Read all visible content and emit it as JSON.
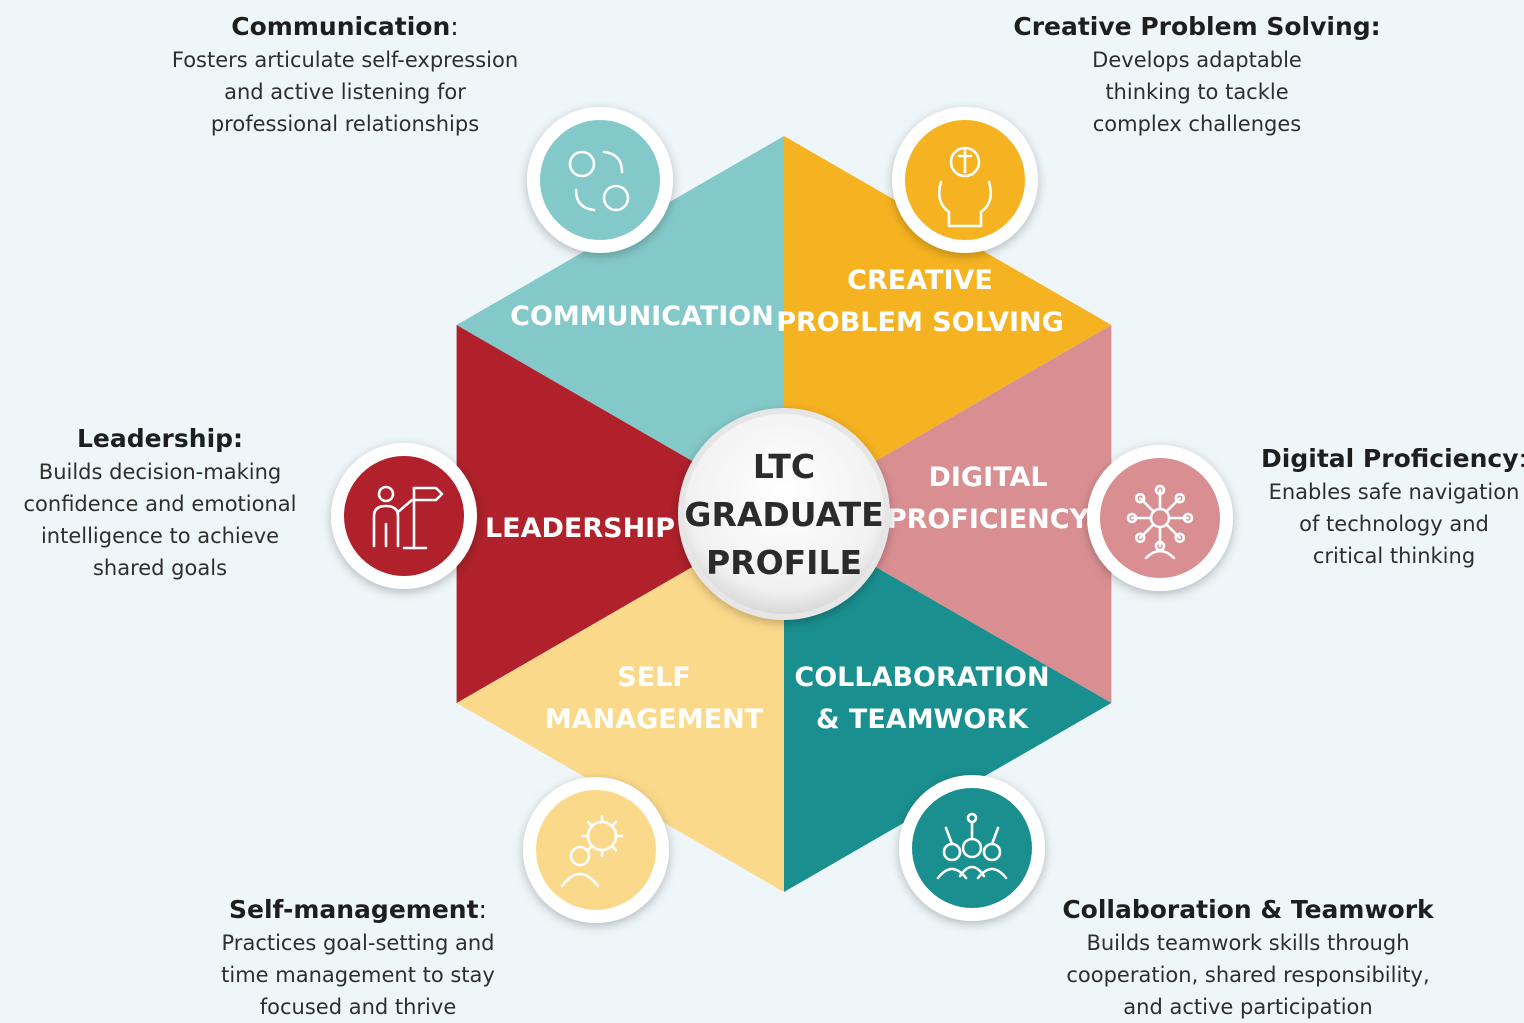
{
  "center": {
    "lines": [
      "LTC",
      "GRADUATE",
      "PROFILE"
    ]
  },
  "segments": [
    {
      "key": "communication",
      "lines": [
        "COMMUNICATION"
      ],
      "color": "#84c9c9",
      "icon": "two-heads-exchange-icon"
    },
    {
      "key": "creative",
      "lines": [
        "CREATIVE",
        "PROBLEM SOLVING"
      ],
      "color": "#f6b321",
      "icon": "lightbulb-head-icon"
    },
    {
      "key": "digital",
      "lines": [
        "DIGITAL",
        "PROFICIENCY"
      ],
      "color": "#d98f92",
      "icon": "network-person-icon"
    },
    {
      "key": "collaboration",
      "lines": [
        "COLLABORATION",
        "& TEAMWORK"
      ],
      "color": "#1a8f8f",
      "icon": "team-network-icon"
    },
    {
      "key": "selfmgmt",
      "lines": [
        "SELF",
        "MANAGEMENT"
      ],
      "color": "#fbd98a",
      "icon": "gear-person-icon"
    },
    {
      "key": "leadership",
      "lines": [
        "LEADERSHIP"
      ],
      "color": "#b0212b",
      "icon": "person-signpost-icon"
    }
  ],
  "descriptions": {
    "communication": {
      "title": "Communication",
      "colon": ":",
      "lines": [
        "Fosters articulate self-expression",
        "and active listening for",
        "professional relationships"
      ]
    },
    "creative": {
      "title": "Creative Problem Solving:",
      "colon": "",
      "lines": [
        "Develops adaptable",
        "thinking to tackle",
        "complex challenges"
      ]
    },
    "digital": {
      "title": "Digital Proficiency",
      "colon": ":",
      "lines": [
        "Enables safe navigation",
        "of technology and",
        "critical thinking"
      ]
    },
    "leadership": {
      "title": "Leadership:",
      "colon": "",
      "lines": [
        "Builds decision-making",
        "confidence and emotional",
        "intelligence to achieve",
        "shared goals"
      ]
    },
    "selfmgmt": {
      "title": "Self-management",
      "colon": ":",
      "lines": [
        "Practices goal-setting and",
        "time management to stay",
        "focused and thrive"
      ]
    },
    "collaboration": {
      "title": "Collaboration & Teamwork",
      "colon": "",
      "lines": [
        "Builds teamwork skills through",
        "cooperation, shared responsibility,",
        "and active participation"
      ]
    }
  }
}
